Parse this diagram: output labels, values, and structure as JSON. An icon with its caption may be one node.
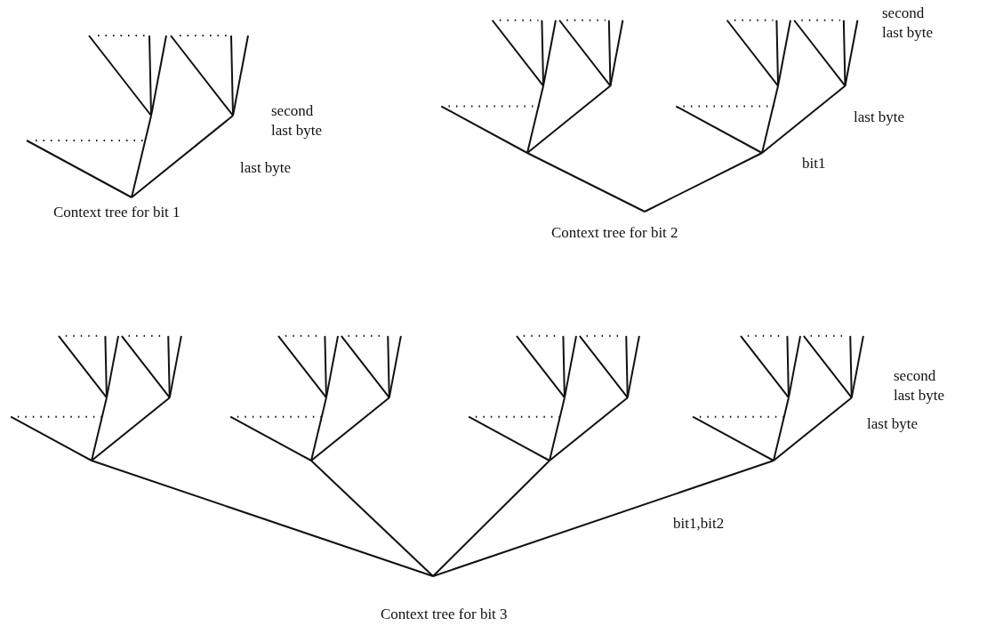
{
  "diagram": {
    "labels": [
      "second last byte",
      "last byte",
      "Context tree for bit 1",
      "second last byte",
      "last byte",
      "bit1",
      "Context tree for bit 2",
      "second last byte",
      "last byte",
      "bit1,bit2",
      "Context tree for bit 3"
    ]
  }
}
